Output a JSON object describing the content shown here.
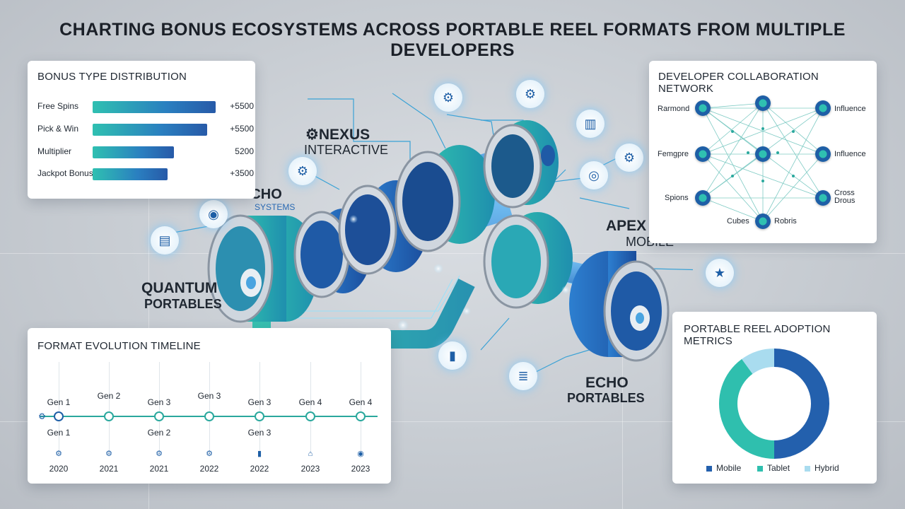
{
  "title": "CHARTING BONUS ECOSYSTEMS ACROSS PORTABLE REEL FORMATS FROM MULTIPLE DEVELOPERS",
  "bonus_panel": {
    "title": "BONUS TYPE DISTRIBUTION",
    "rows": [
      {
        "label": "Free Spins",
        "value": "+5500",
        "fill": 1.0
      },
      {
        "label": "Pick & Win",
        "value": "+5500",
        "fill": 0.93
      },
      {
        "label": "Multiplier",
        "value": "5200",
        "fill": 0.66
      },
      {
        "label": "Jackpot Bonus",
        "value": "+3500",
        "fill": 0.61
      }
    ]
  },
  "network_panel": {
    "title": "DEVELOPER COLLABORATION NETWORK",
    "labels": {
      "l1": "Rarmond",
      "l2": "Femgpre",
      "l3": "Spions",
      "r1": "Influence",
      "r2": "Influence",
      "r3": "Cross Drous",
      "b1": "Cubes",
      "b2": "Robris"
    }
  },
  "timeline_panel": {
    "title": "FORMAT EVOLUTION TIMELINE",
    "top": [
      "Gen 1",
      "Gen 2",
      "Gen 3",
      "Gen 3",
      "Gen 3",
      "Gen 4",
      "Gen 4"
    ],
    "lower": [
      "Gen 1",
      "",
      "Gen 2",
      "",
      "Gen 3",
      "",
      ""
    ],
    "years": [
      "2020",
      "2021",
      "2021",
      "2022",
      "2022",
      "2023",
      "2023"
    ]
  },
  "adoption_panel": {
    "title": "PORTABLE REEL ADOPTION METRICS",
    "legend": [
      "Mobile",
      "Tablet",
      "Hybrid"
    ],
    "colors": [
      "#2360ad",
      "#2fbfae",
      "#a9dcef"
    ]
  },
  "chart_data": {
    "type": "pie",
    "title": "PORTABLE REEL ADOPTION METRICS",
    "categories": [
      "Mobile",
      "Tablet",
      "Hybrid"
    ],
    "values": [
      50,
      40,
      10
    ]
  },
  "brands": {
    "nexus": "NEXUS",
    "nexus_sub": "INTERACTIVE",
    "echo_sys": "ECHO",
    "echo_sys_sub": "SYSTEMS",
    "quantum": "QUANTUM",
    "quantum_sub": "PORTABLES",
    "apex": "APEX",
    "apex_sub": "MOBILE",
    "echo_port": "ECHO",
    "echo_port_sub": "PORTABLES"
  },
  "colors": {
    "teal": "#2fbfae",
    "blue": "#2360ad",
    "light_blue": "#a9dcef"
  }
}
